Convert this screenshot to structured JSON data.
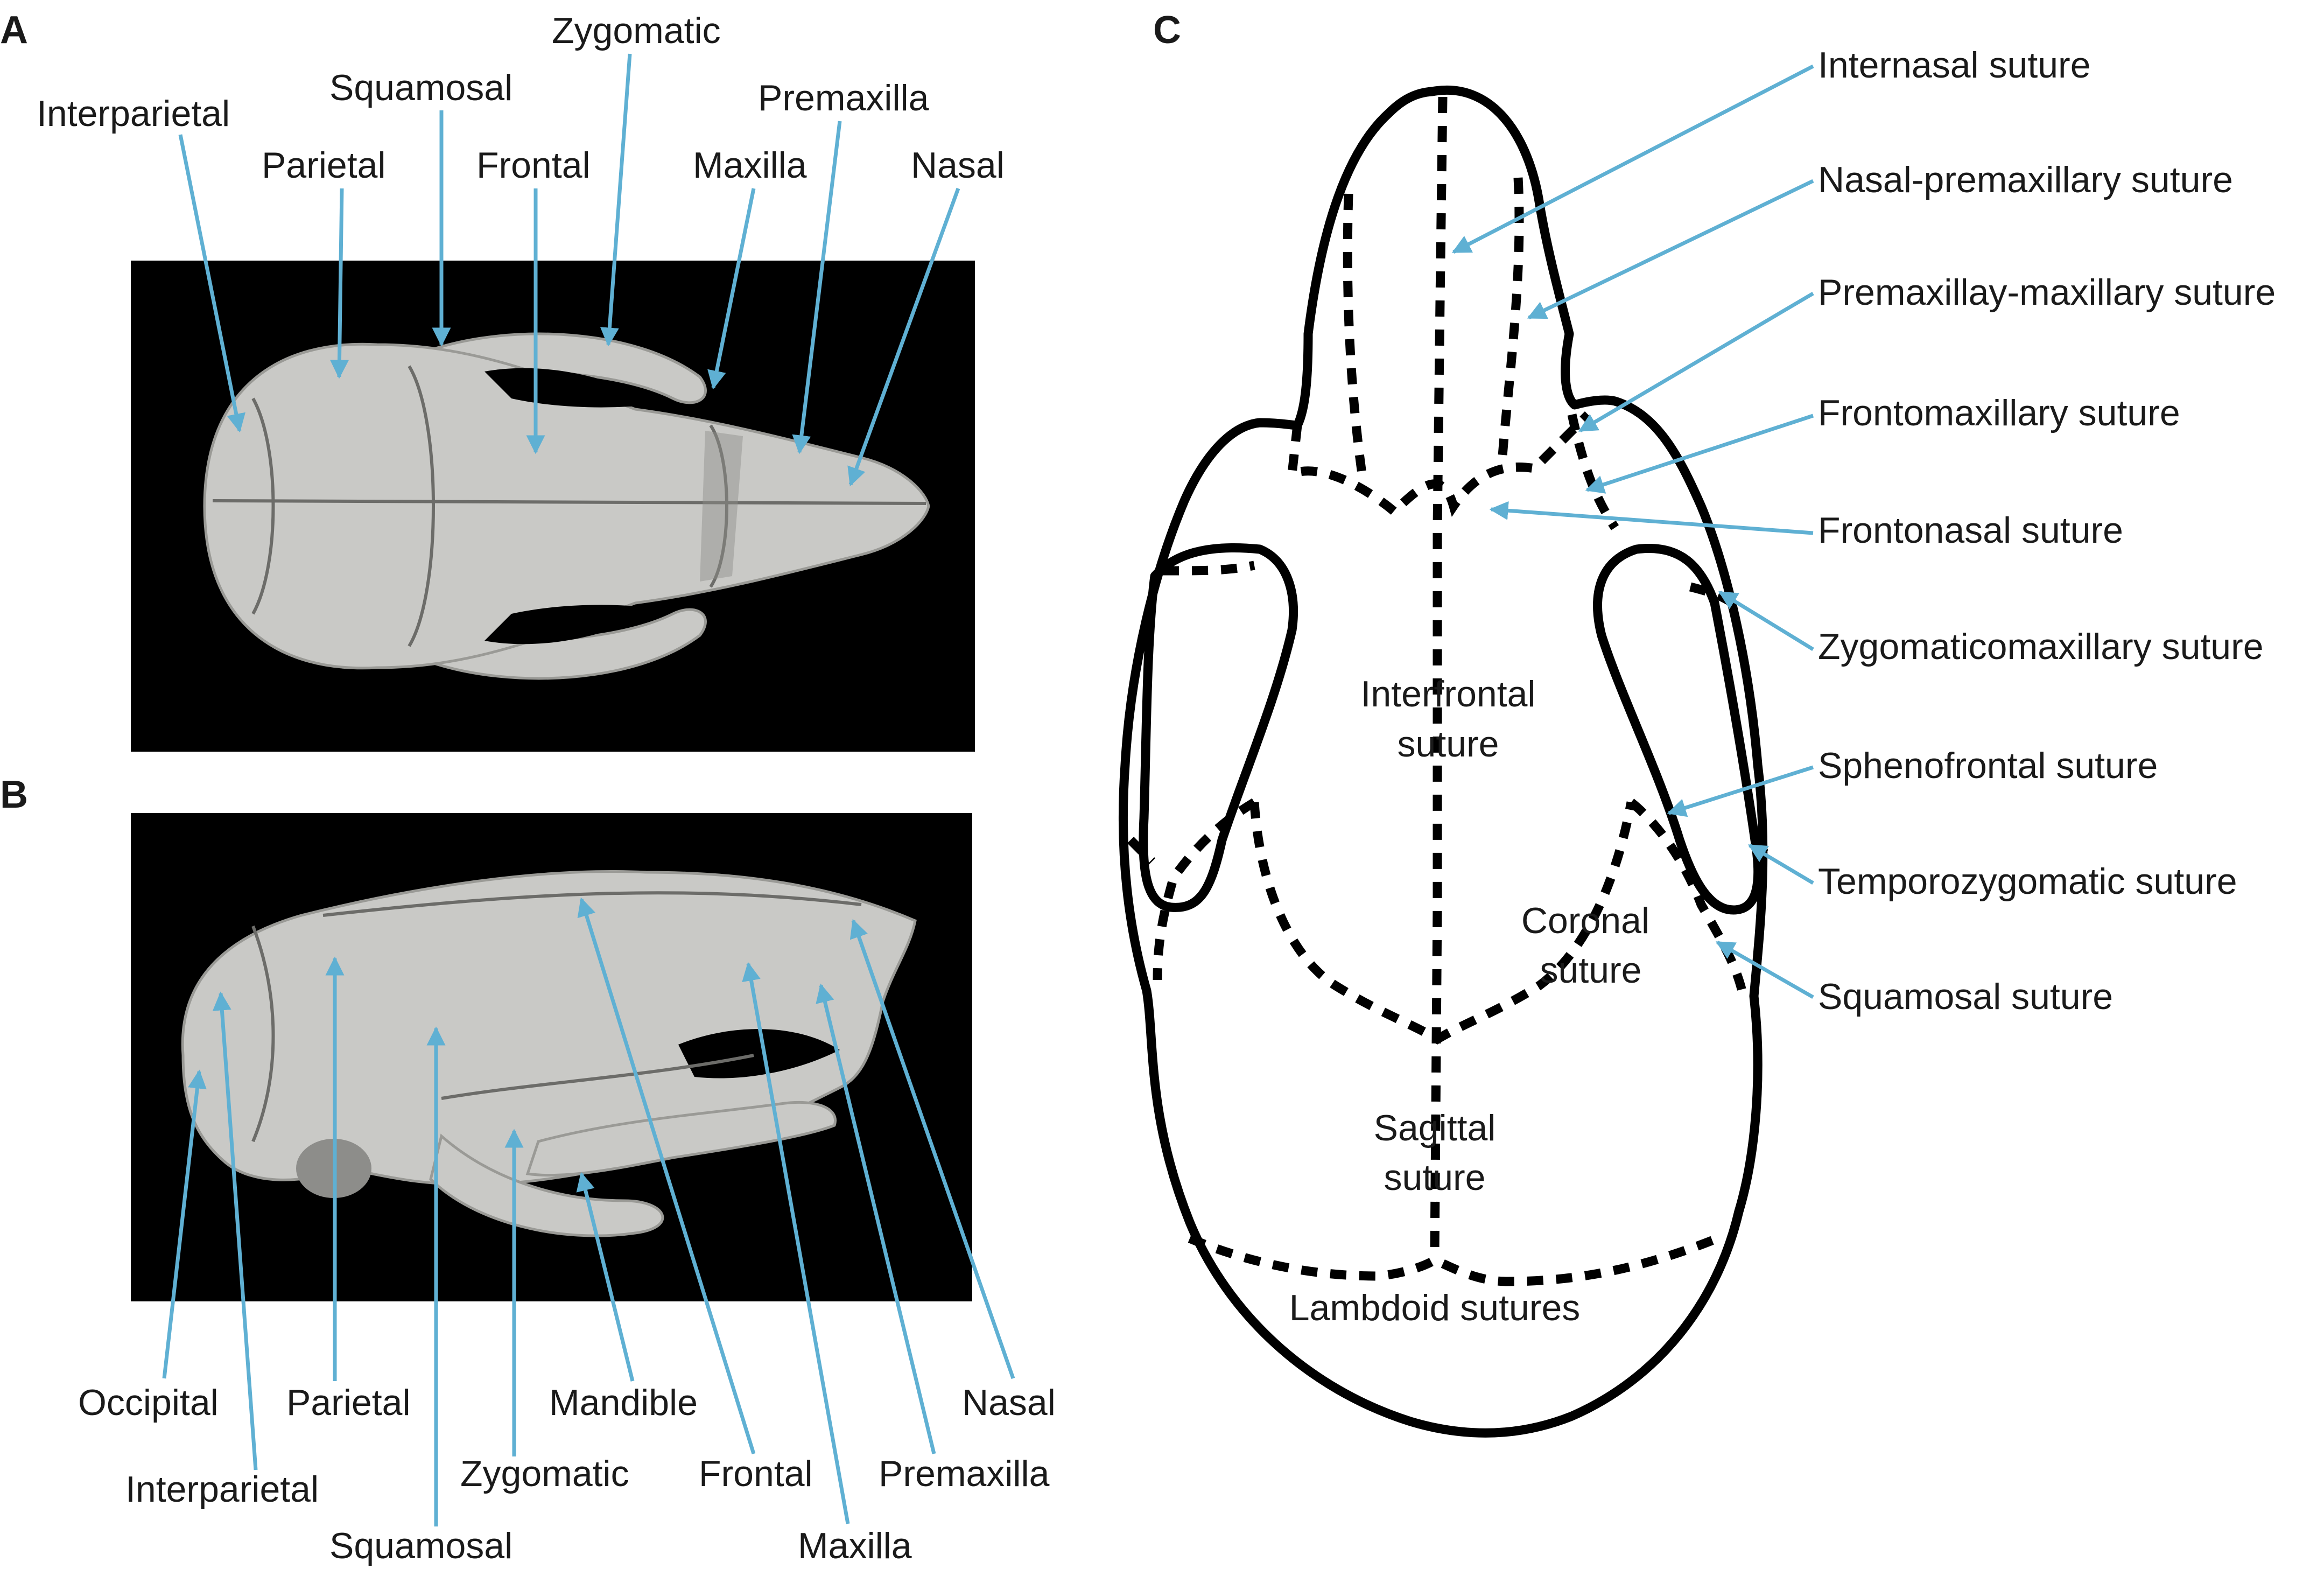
{
  "panels": {
    "a": {
      "letter": "A",
      "labels": {
        "interparietal": "Interparietal",
        "squamosal": "Squamosal",
        "zygomatic": "Zygomatic",
        "premaxilla": "Premaxilla",
        "parietal": "Parietal",
        "frontal": "Frontal",
        "maxilla": "Maxilla",
        "nasal": "Nasal"
      }
    },
    "b": {
      "letter": "B",
      "labels": {
        "occipital": "Occipital",
        "parietal": "Parietal",
        "mandible": "Mandible",
        "nasal": "Nasal",
        "interparietal": "Interparietal",
        "zygomatic": "Zygomatic",
        "frontal": "Frontal",
        "premaxilla": "Premaxilla",
        "squamosal": "Squamosal",
        "maxilla": "Maxilla"
      }
    },
    "c": {
      "letter": "C",
      "sutures": {
        "internasal": "Internasal suture",
        "nasal_premaxillary": "Nasal-premaxillary suture",
        "premaxillay_maxillary": "Premaxillay-maxillary suture",
        "frontomaxillary": "Frontomaxillary suture",
        "frontonasal": "Frontonasal suture",
        "zygomaticomaxillary": "Zygomaticomaxillary suture",
        "sphenofrontal": "Sphenofrontal suture",
        "temporozygomatic": "Temporozygomatic suture",
        "squamosal": "Squamosal suture"
      },
      "inner": {
        "interfrontal_1": "Interfrontal",
        "interfrontal_2": "suture",
        "coronal_1": "Coronal",
        "coronal_2": "suture",
        "sagittal_1": "Sagittal",
        "sagittal_2": "suture",
        "lambdoid": "Lambdoid sutures"
      }
    }
  },
  "colors": {
    "arrow": "#5fb0d3",
    "photo_background": "#000000",
    "bone": "#c9c9c6",
    "outline": "#000000"
  }
}
